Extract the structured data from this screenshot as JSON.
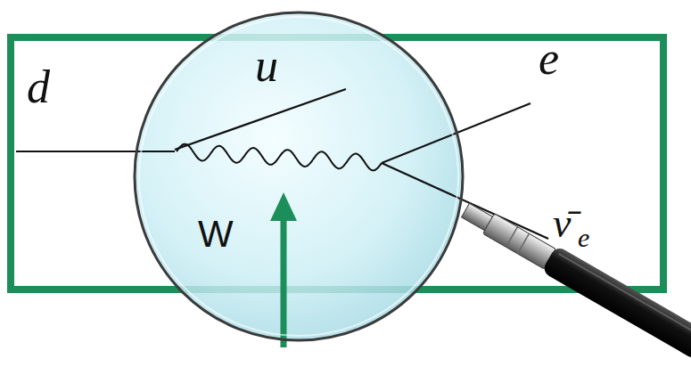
{
  "diagram": {
    "labels": [
      "d",
      "u",
      "e",
      "W",
      "ν̄",
      "e"
    ]
  }
}
